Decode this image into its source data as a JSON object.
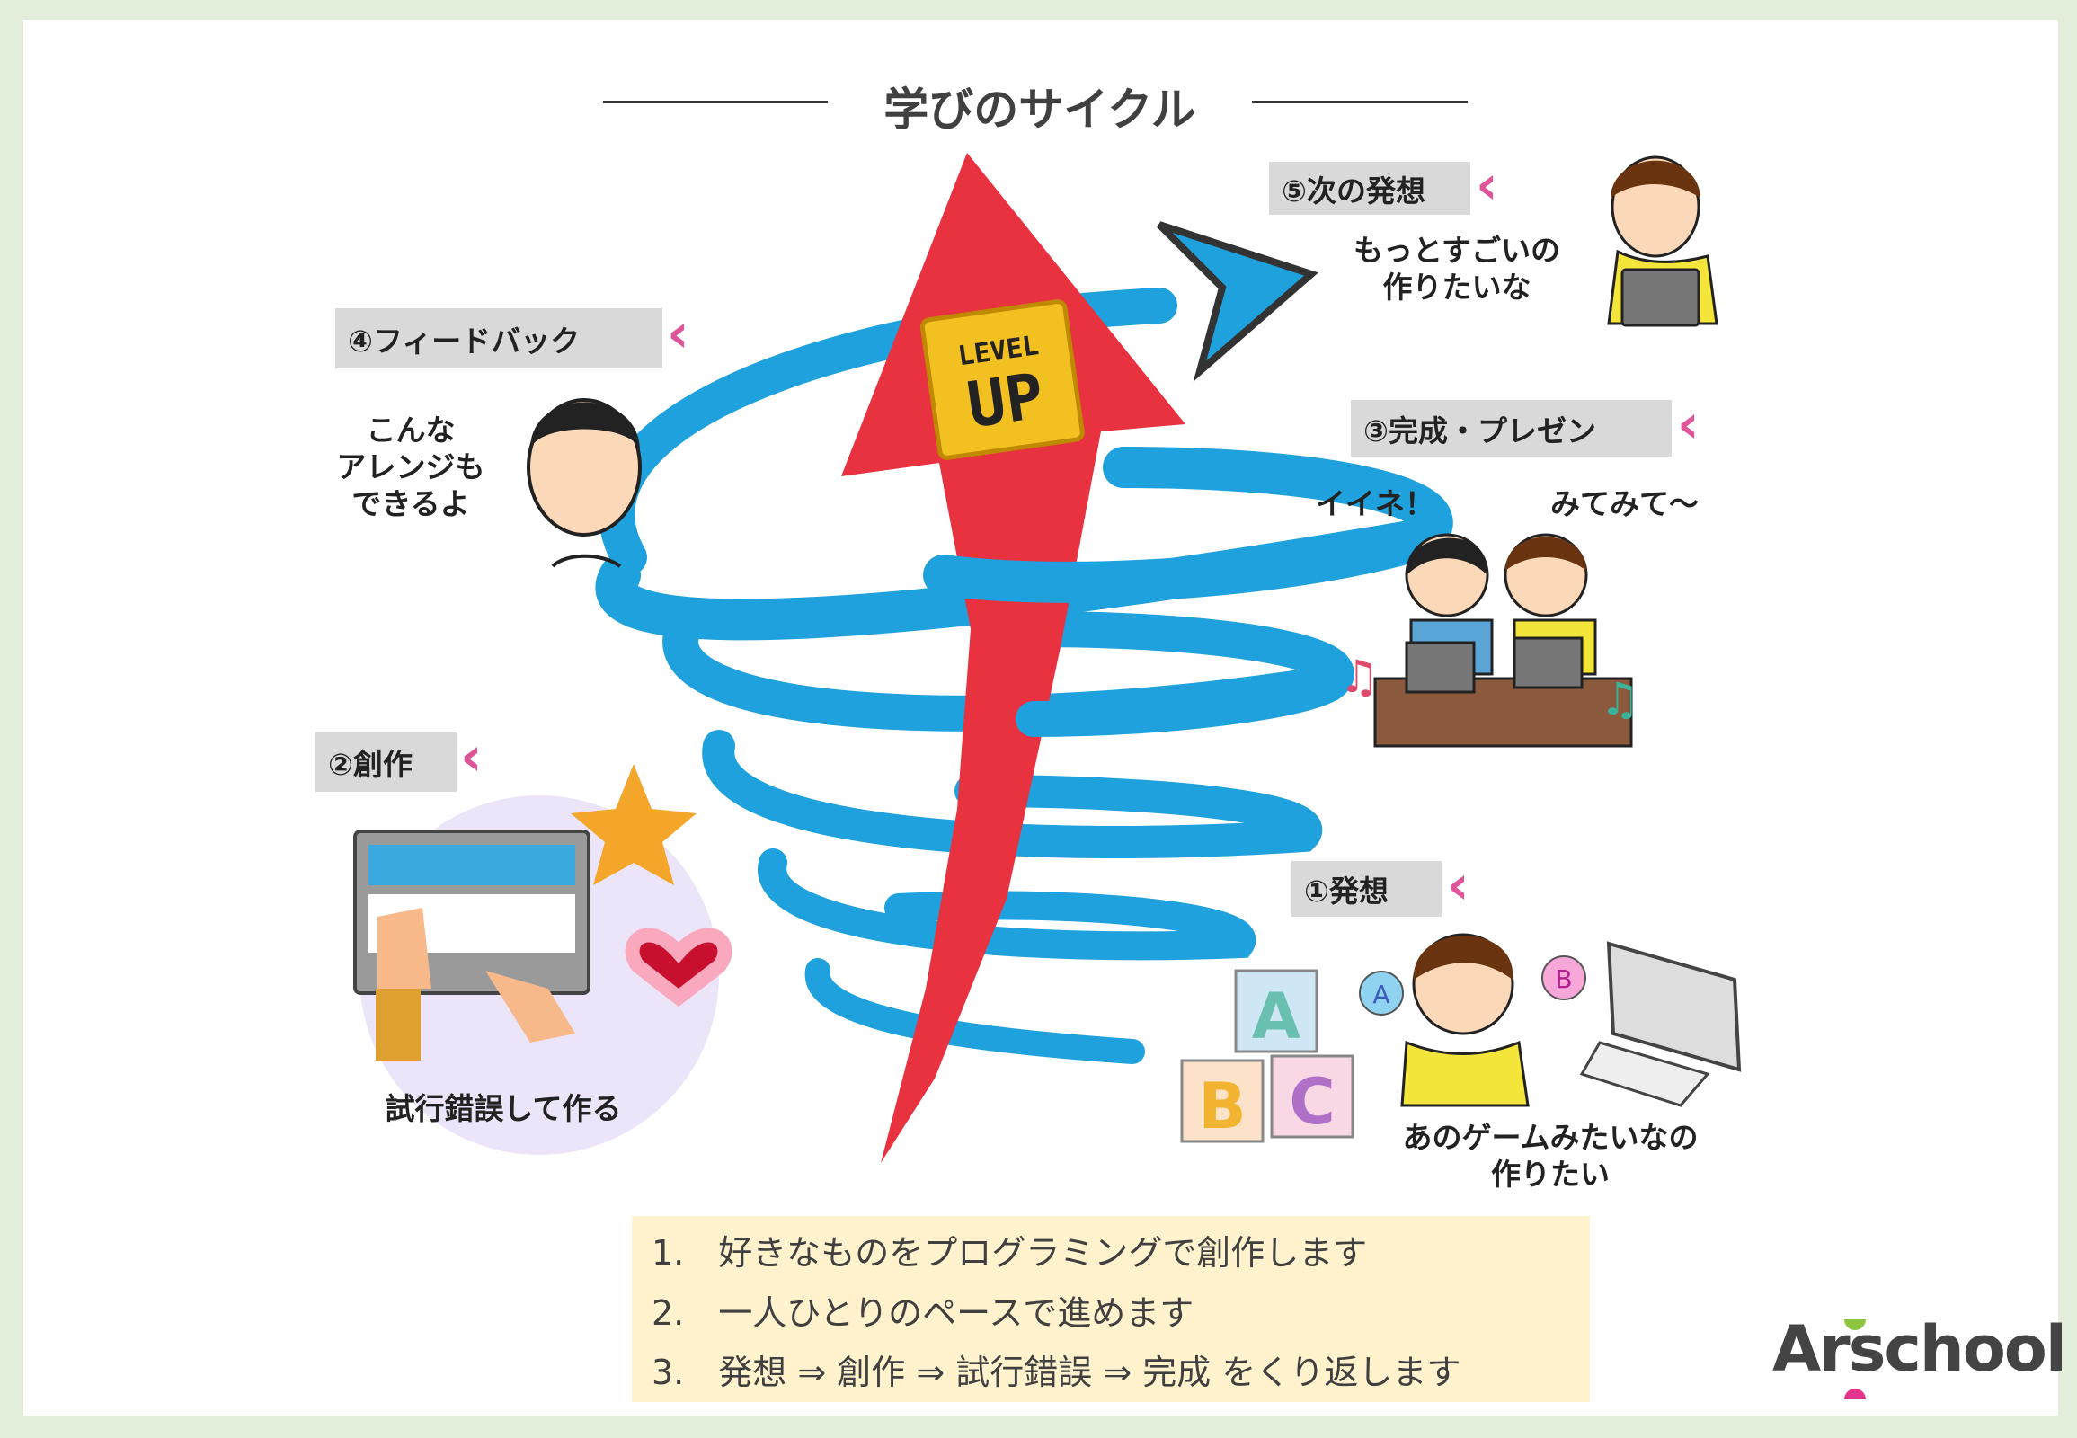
{
  "title": "学びのサイクル",
  "steps": [
    {
      "label": "①発想",
      "speech": [
        "あのゲームみたいなの",
        "作りたい"
      ]
    },
    {
      "label": "②創作",
      "speech": [
        "試行錯誤して作る"
      ]
    },
    {
      "label": "③完成・プレゼン",
      "speech": [
        "イイネ！",
        "みてみて〜"
      ]
    },
    {
      "label": "④フィードバック",
      "speech": [
        "こんな",
        "アレンジも",
        "できるよ"
      ]
    },
    {
      "label": "⑤次の発想",
      "speech": [
        "もっとすごいの",
        "作りたいな"
      ]
    }
  ],
  "badge": {
    "line1": "LEVEL",
    "line2": "UP"
  },
  "blocks": [
    "A",
    "B",
    "C"
  ],
  "bubbles": [
    "A",
    "B"
  ],
  "list": [
    "1.　好きなものをプログラミングで創作します",
    "2.　一人ひとりのペースで進めます",
    "3.　発想 ⇒ 創作 ⇒ 試行錯誤 ⇒ 完成 をくり返します"
  ],
  "logo": "Arschool",
  "colors": {
    "spiral": "#1ea1dc",
    "arrow": "#e8323f",
    "frame": "#e2eed9",
    "box": "#fff2cc",
    "chevron": "#e0559a"
  }
}
